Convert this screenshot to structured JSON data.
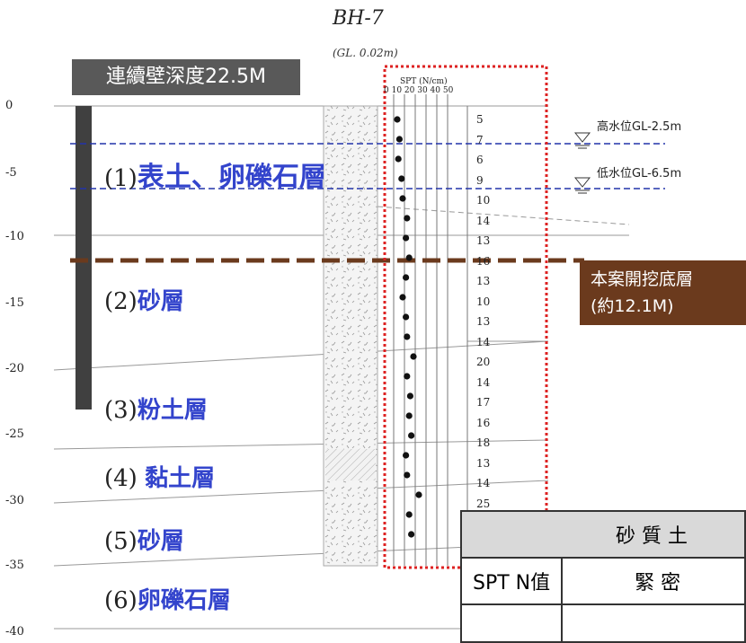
{
  "title": "BH-7",
  "ground_level": "(GL. 0.02m)",
  "wall_label": "連續壁深度22.5M",
  "spt_header": {
    "label": "SPT (N/cm)",
    "scale": "0 10 20 30 40 50"
  },
  "depth_ticks": [
    "0",
    "-5",
    "-10",
    "-15",
    "-20",
    "-25",
    "-30",
    "-35",
    "-40"
  ],
  "layers": [
    {
      "num": "(1)",
      "name": "表土、卵礫石層"
    },
    {
      "num": "(2)",
      "name": "砂層"
    },
    {
      "num": "(3)",
      "name": "粉土層"
    },
    {
      "num": "(4)",
      "name": "黏土層"
    },
    {
      "num": "(5)",
      "name": "砂層"
    },
    {
      "num": "(6)",
      "name": "卵礫石層"
    }
  ],
  "spt_values": [
    "5",
    "7",
    "6",
    "9",
    "10",
    "14",
    "13",
    "16",
    "13",
    "10",
    "13",
    "14",
    "20",
    "14",
    "17",
    "16",
    "18",
    "13",
    "14",
    "25"
  ],
  "spt_n_points": [
    5,
    7,
    6,
    9,
    10,
    14,
    13,
    16,
    13,
    10,
    13,
    14,
    20,
    14,
    17,
    16,
    18,
    13,
    14,
    25,
    16,
    18
  ],
  "water_levels": {
    "high": "高水位GL-2.5m",
    "low": "低水位GL-6.5m"
  },
  "excavation": {
    "line1": "本案開挖底層",
    "line2": "(約12.1M)"
  },
  "ref_table": {
    "header": "砂 質 土",
    "col1": "SPT N值",
    "col2": "緊 密"
  },
  "colors": {
    "layer_text": "#3344cc",
    "wall": "#404040",
    "excavation": "#6b3a1d",
    "water_line": "#2233aa",
    "box": "#dd2222"
  }
}
